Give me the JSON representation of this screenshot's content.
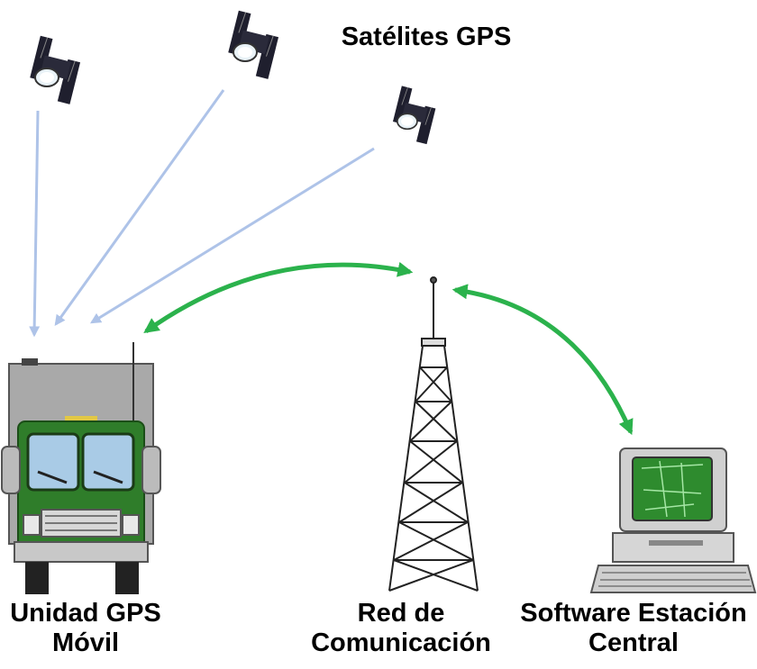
{
  "labels": {
    "satellites": "Satélites GPS",
    "unit_line1": "Unidad GPS",
    "unit_line2": "Móvil",
    "network_line1": "Red de",
    "network_line2": "Comunicación",
    "station_line1": "Software Estación",
    "station_line2": "Central"
  },
  "colors": {
    "gps_signal": "#aec3e8",
    "comm_link": "#2bb24c",
    "truck_green": "#2f7d2a",
    "truck_body": "#a9a9a9",
    "windshield": "#a9cbe6",
    "screen_green": "#2e8b2e",
    "satellite_panel": "#1f1f2e"
  },
  "icons": [
    "satellite-icon",
    "truck-icon",
    "tower-icon",
    "computer-icon"
  ]
}
